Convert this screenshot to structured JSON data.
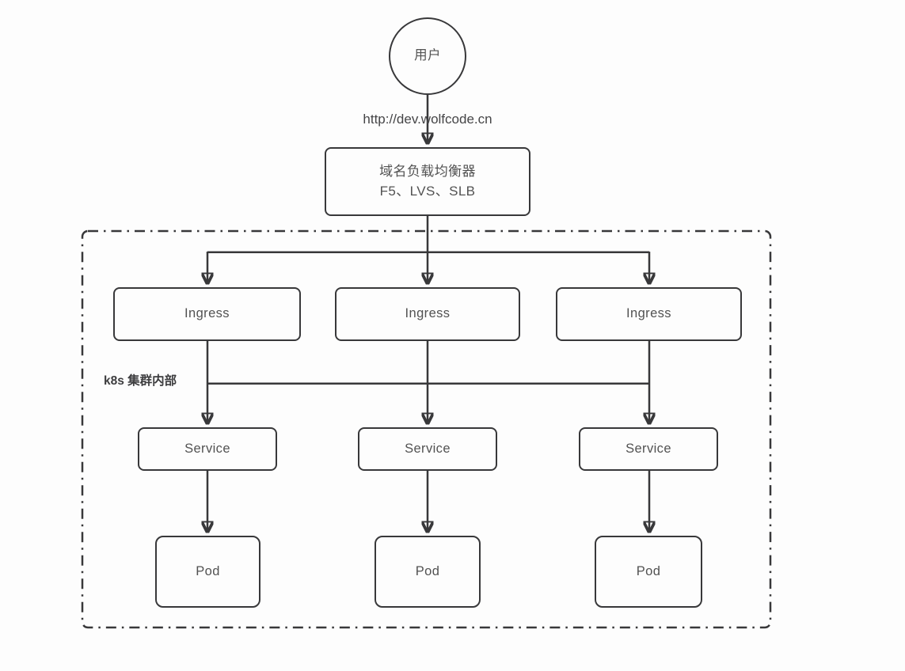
{
  "colors": {
    "line": "#38383a",
    "box_border": "#38383a",
    "text": "#525252",
    "background": "#fdfdfd"
  },
  "diagram": {
    "user": {
      "label": "用户"
    },
    "request_url": "http://dev.wolfcode.cn",
    "load_balancer": {
      "line1": "域名负载均衡器",
      "line2": "F5、LVS、SLB"
    },
    "cluster_label": "k8s 集群内部",
    "ingress_nodes": [
      "Ingress",
      "Ingress",
      "Ingress"
    ],
    "service_nodes": [
      "Service",
      "Service",
      "Service"
    ],
    "pod_nodes": [
      "Pod",
      "Pod",
      "Pod"
    ]
  }
}
